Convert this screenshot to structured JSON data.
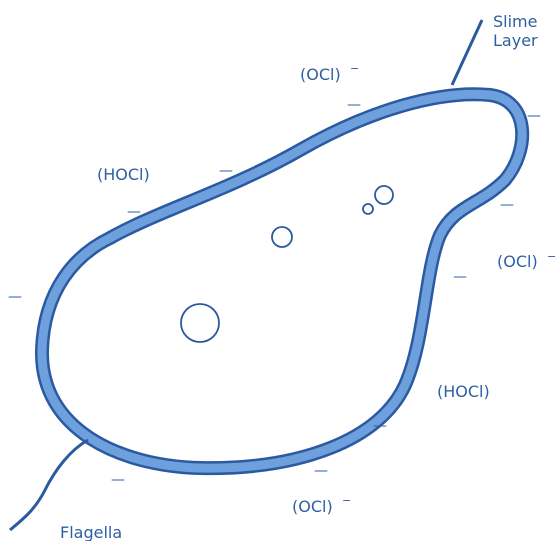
{
  "labels": {
    "slime_layer": [
      "Slime",
      "Layer"
    ],
    "flagella": "Flagella",
    "ocl": "(OCl)",
    "ocl_charge": "−",
    "hocl": "(HOCl)",
    "minus": "—"
  },
  "colors": {
    "membrane_outer": "#2b5aa0",
    "membrane_fill": "#6ea0dd",
    "membrane_inner": "#2b5aa0",
    "text": "#2f5fa3",
    "vacuole": "#2b5aa0"
  }
}
